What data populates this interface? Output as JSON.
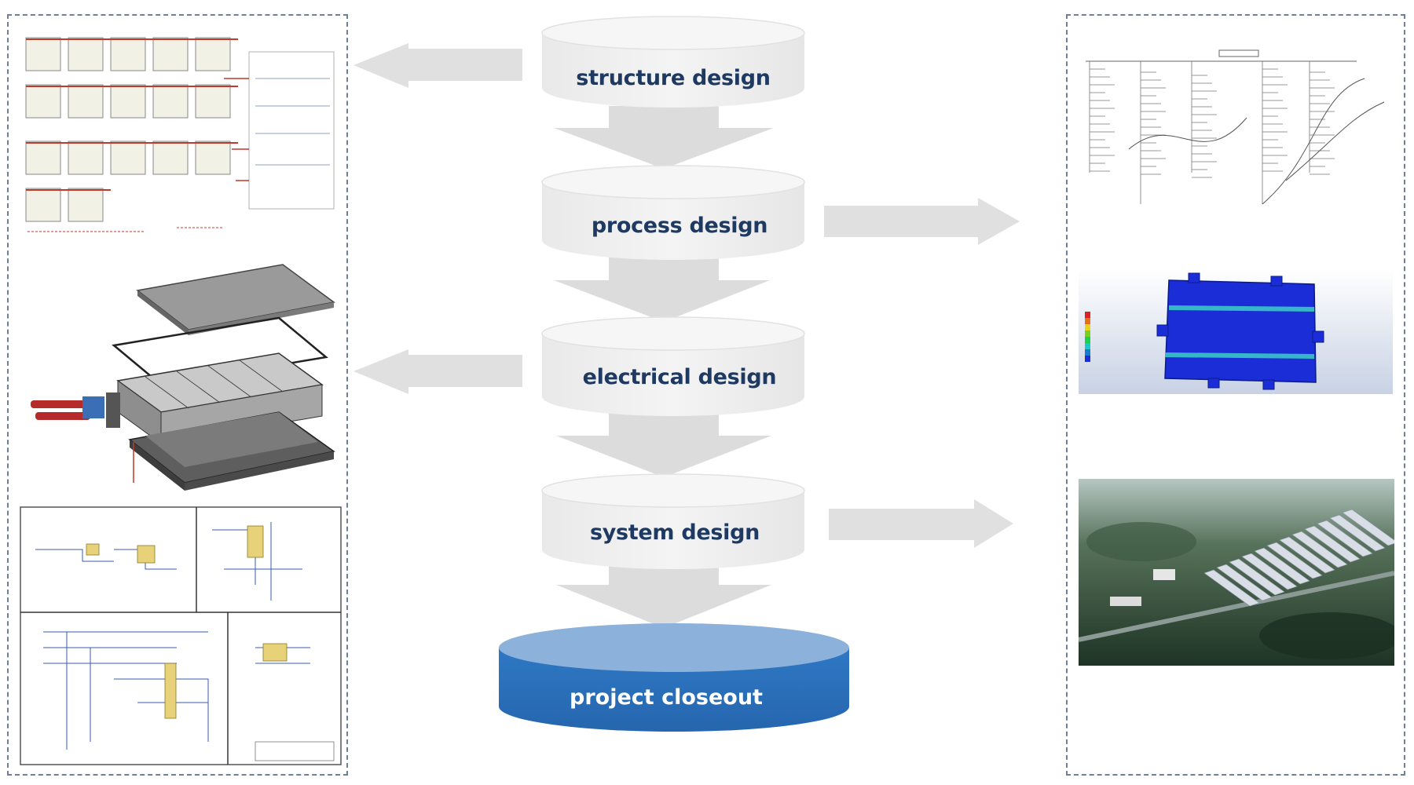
{
  "stages": [
    {
      "id": "structure",
      "label": "structure design"
    },
    {
      "id": "process",
      "label": "process design"
    },
    {
      "id": "electrical",
      "label": "electrical design"
    },
    {
      "id": "system",
      "label": "system design"
    }
  ],
  "final_stage": {
    "label": "project closeout"
  },
  "colors": {
    "stage_fill": "#efefef",
    "stage_text": "#1e3a62",
    "down_arrow": "#dcdcdc",
    "side_arrow": "#e0e0e0",
    "closeout_fill": "#2e75c0",
    "closeout_top": "#8cb1db",
    "panel_border": "#6f7f98"
  },
  "illustrations": {
    "left": [
      "module-wiring-layout",
      "battery-pack-exploded-view",
      "circuit-schematics"
    ],
    "right": [
      "process-tree-diagram",
      "stress-simulation",
      "site-aerial-rendering"
    ]
  }
}
